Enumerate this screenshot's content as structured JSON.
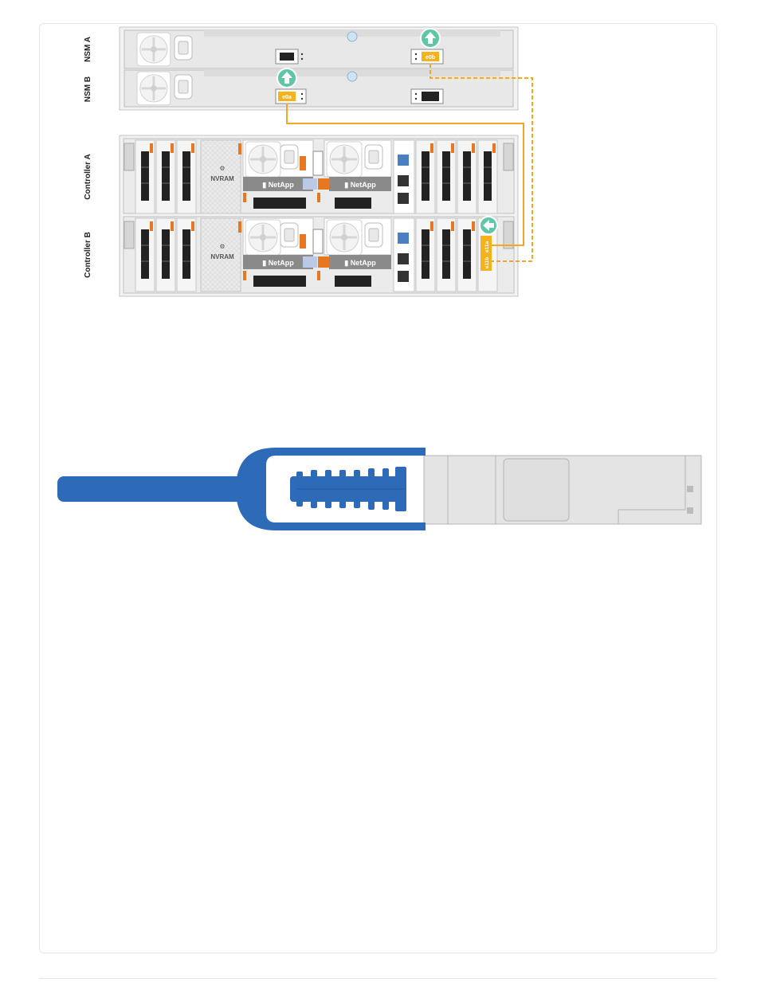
{
  "labels": {
    "nsm_a": "NSM A",
    "nsm_b": "NSM B",
    "controller_a": "Controller A",
    "controller_b": "Controller B"
  },
  "ports": {
    "nsm_a_port": "e0b",
    "nsm_b_port": "e0a",
    "ctrl_b_port_1": "e11a",
    "ctrl_b_port_2": "e11b"
  },
  "modules": {
    "nvram": "NVRAM",
    "brand": "NetApp"
  },
  "colors": {
    "cable": "#f5a623",
    "port_highlight": "#f6b21b",
    "latch": "#e87722",
    "callout": "#5fc6a8",
    "connector_blue": "#2d6ab7",
    "chassis": "#e9e9e9",
    "chassis_border": "#b5b5b5"
  },
  "icons": {
    "callout": "upload-arrow-icon",
    "fan": "fan-icon",
    "power": "power-inlet-icon"
  }
}
